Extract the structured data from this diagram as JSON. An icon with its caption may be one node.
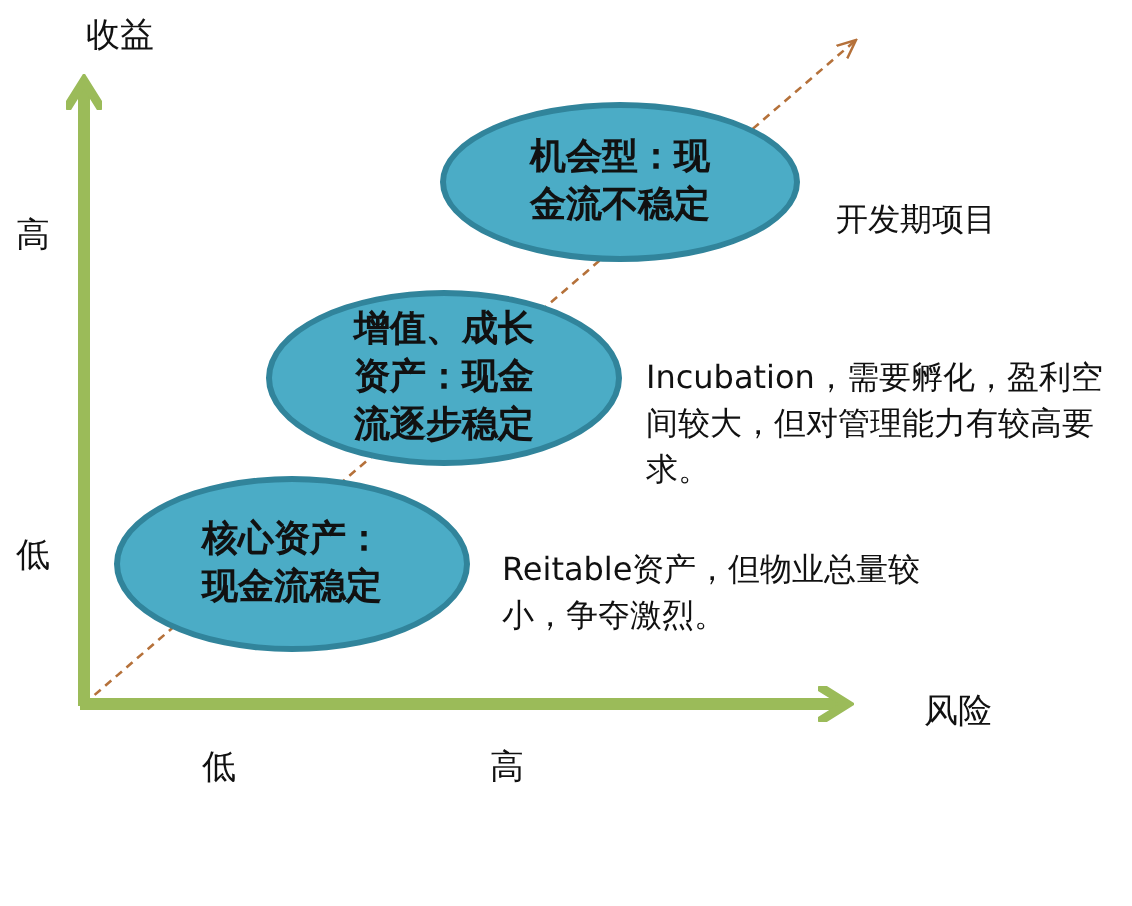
{
  "diagram": {
    "nodes": [
      {
        "text": [
          "机会型：现金流不稳定"
        ],
        "beside": [
          "开发期项目"
        ]
      },
      {
        "text": [
          "增值、成长资产：现金流逐步稳定"
        ],
        "beside": [
          "Incubation，需要孵化，盈利空间较大，但对管理能力有较高要求。"
        ]
      },
      {
        "text": [
          "核心资产：现金流稳定"
        ],
        "beside": [
          "Reitable资产，但物业总量较小，争夺激烈。"
        ]
      }
    ],
    "edges": [],
    "labels": [
      "收益",
      "高",
      "低",
      "风险",
      "低",
      "高"
    ]
  }
}
